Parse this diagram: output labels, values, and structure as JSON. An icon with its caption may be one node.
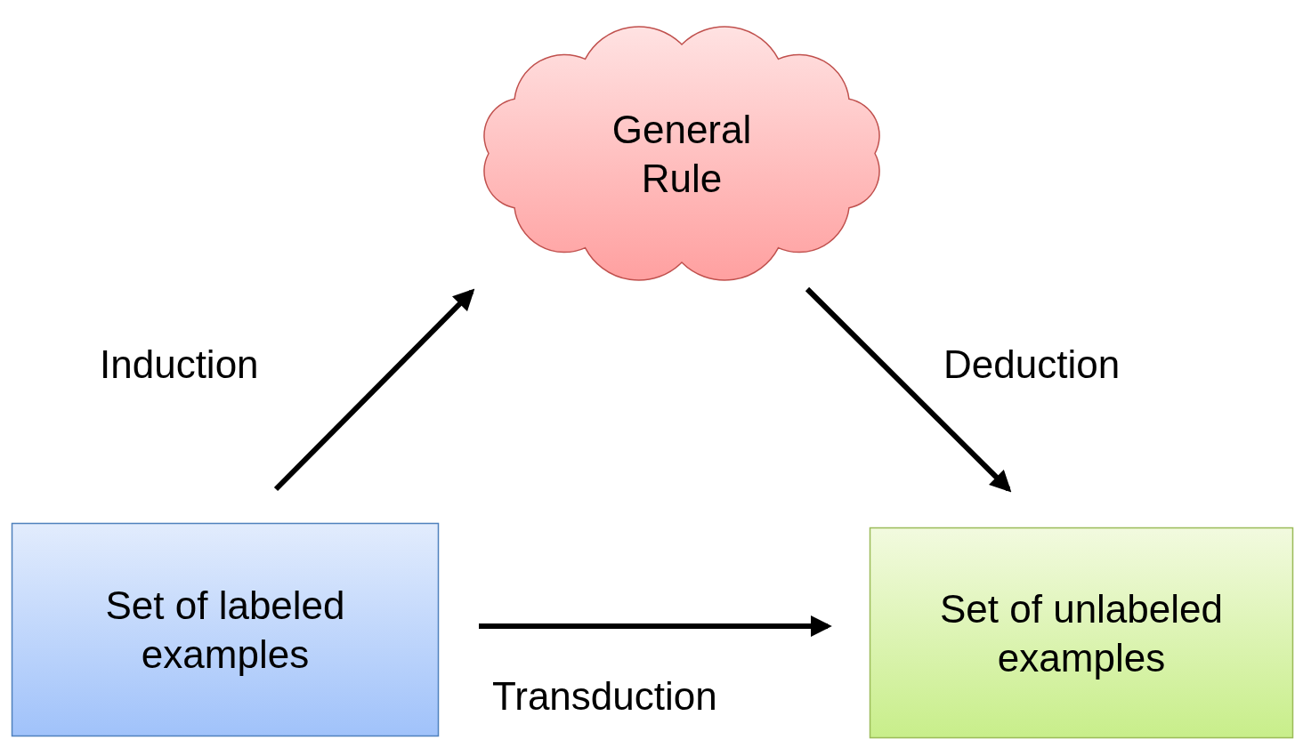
{
  "diagram": {
    "nodes": [
      {
        "text": [
          "General Rule"
        ]
      },
      {
        "text": [
          "Set of labeled examples"
        ]
      },
      {
        "text": [
          "Set of unlabeled examples"
        ]
      }
    ],
    "edges": [
      {
        "from": 1,
        "to": 0,
        "arrow": "to",
        "label": "Induction"
      },
      {
        "from": 0,
        "to": 2,
        "arrow": "to",
        "label": "Deduction"
      },
      {
        "from": 1,
        "to": 2,
        "arrow": "to",
        "label": "Transduction"
      }
    ]
  }
}
